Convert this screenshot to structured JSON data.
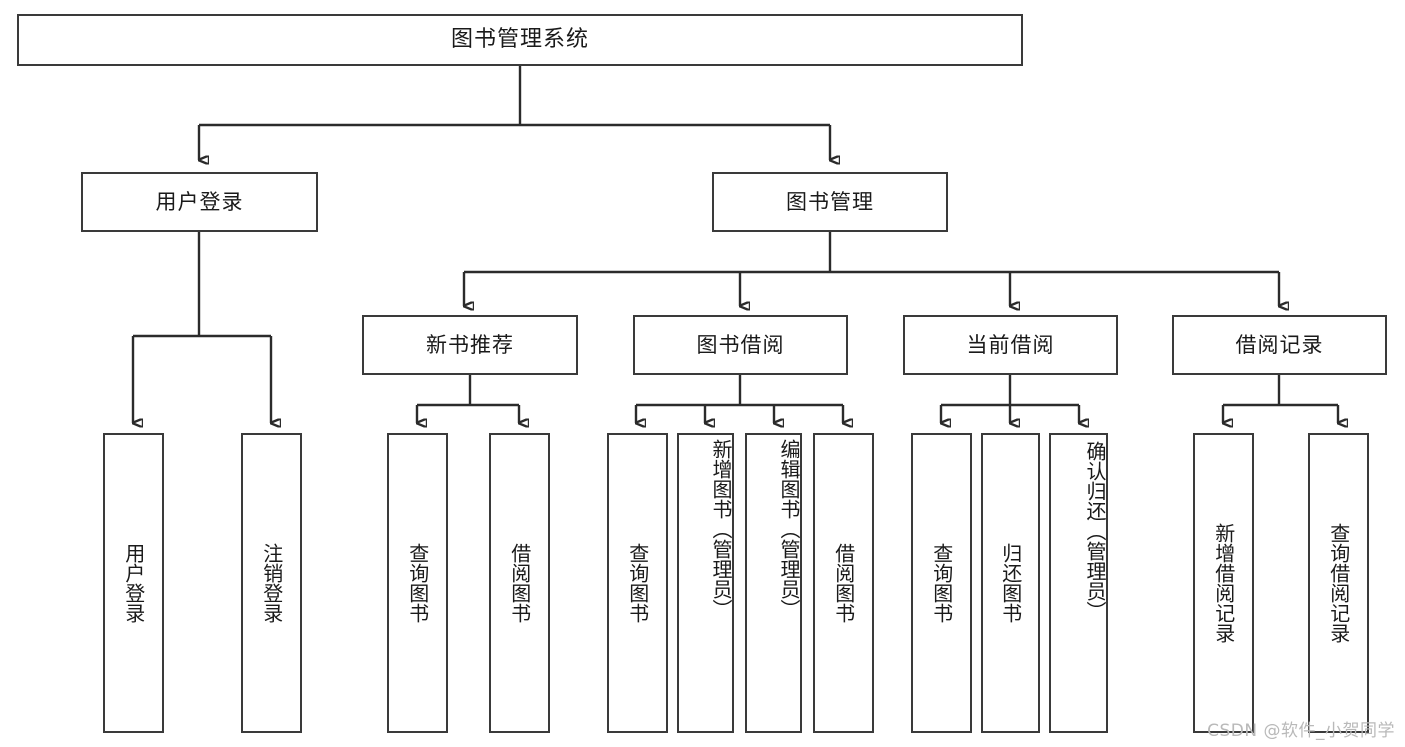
{
  "diagram": {
    "title": "图书管理系统",
    "type": "tree-hierarchy-diagram",
    "colors": {
      "box_border": "#3a3a3a",
      "connector": "#2b2b2b",
      "background": "#ffffff",
      "text": "#1a1a1a",
      "watermark": "#b9b9b9"
    }
  },
  "root": {
    "label": "图书管理系统"
  },
  "level2": [
    {
      "label": "用户登录"
    },
    {
      "label": "图书管理"
    }
  ],
  "level3": [
    {
      "label": "新书推荐"
    },
    {
      "label": "图书借阅"
    },
    {
      "label": "当前借阅"
    },
    {
      "label": "借阅记录"
    }
  ],
  "leaves": {
    "user_login": [
      {
        "label": "用户登录"
      },
      {
        "label": "注销登录"
      }
    ],
    "new_book_recommend": [
      {
        "label": "查询图书"
      },
      {
        "label": "借阅图书"
      }
    ],
    "book_borrow": [
      {
        "label": "查询图书"
      },
      {
        "label": "新增图书（管理员）"
      },
      {
        "label": "编辑图书（管理员）"
      },
      {
        "label": "借阅图书"
      }
    ],
    "current_borrow": [
      {
        "label": "查询图书"
      },
      {
        "label": "归还图书"
      },
      {
        "label": "确认归还（管理员）"
      }
    ],
    "borrow_record": [
      {
        "label": "新增借阅记录"
      },
      {
        "label": "查询借阅记录"
      }
    ]
  },
  "watermark": {
    "text": "CSDN @软件_小贺同学"
  }
}
